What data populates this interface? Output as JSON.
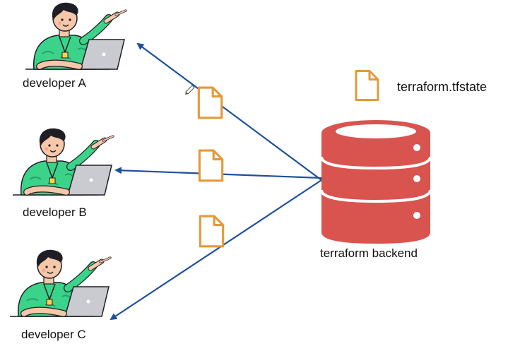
{
  "developers": [
    {
      "id": "a",
      "label": "developer A"
    },
    {
      "id": "b",
      "label": "developer B"
    },
    {
      "id": "c",
      "label": "developer C"
    }
  ],
  "state_file": {
    "label": "terraform.tfstate",
    "icon": "file-icon"
  },
  "backend": {
    "label": "terraform backend",
    "icon": "database-icon"
  },
  "colors": {
    "arrow": "#1f4f9c",
    "file_outline": "#e39a3a",
    "database": "#d9534f",
    "skin": "#f6c7a8",
    "shirt": "#3bd38a",
    "hair": "#1e1e24",
    "laptop": "#c9cbd1"
  }
}
